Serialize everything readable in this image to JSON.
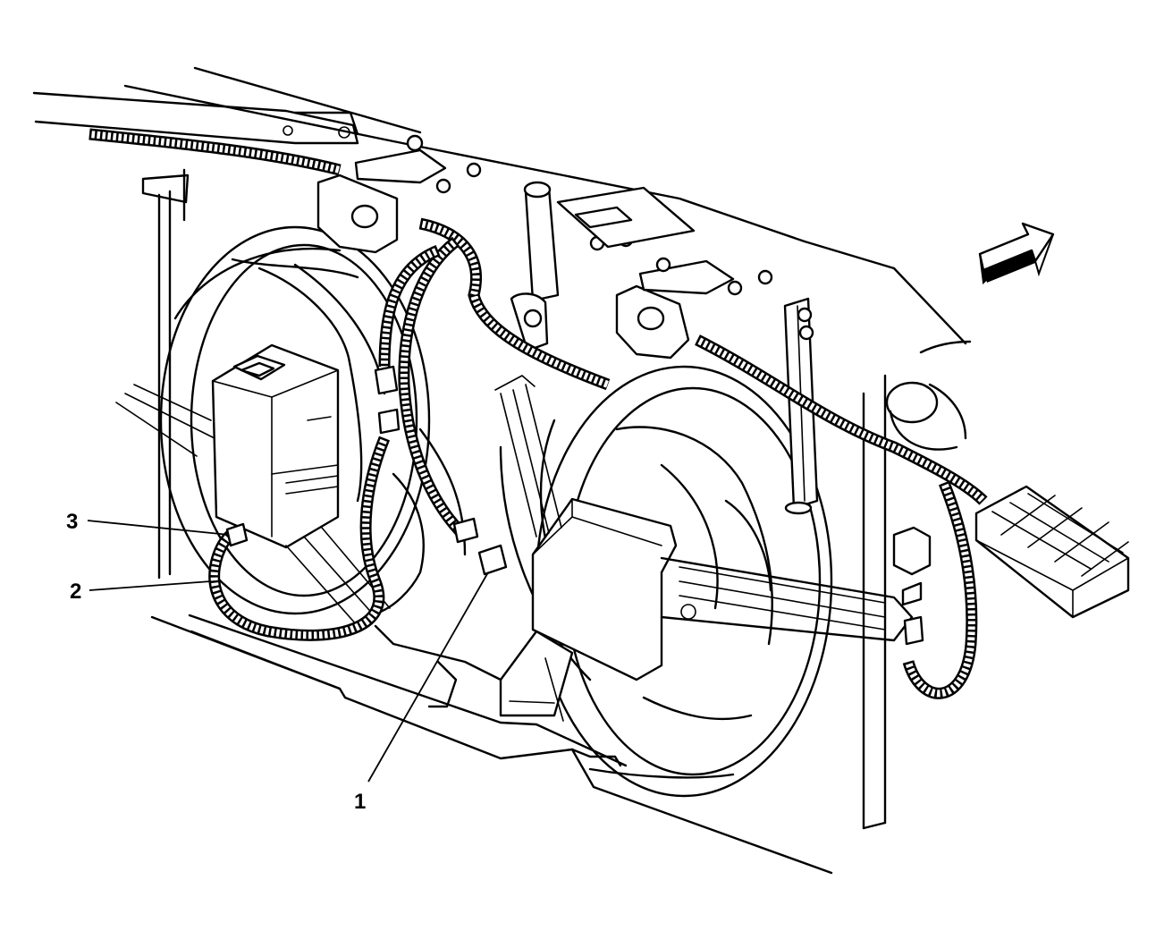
{
  "figure": {
    "callouts": [
      {
        "id": "callout-1",
        "label": "1"
      },
      {
        "id": "callout-2",
        "label": "2"
      },
      {
        "id": "callout-3",
        "label": "3"
      }
    ],
    "direction_arrow": "front-direction-arrow-icon",
    "colors": {
      "line": "#000000",
      "background": "#ffffff"
    }
  }
}
